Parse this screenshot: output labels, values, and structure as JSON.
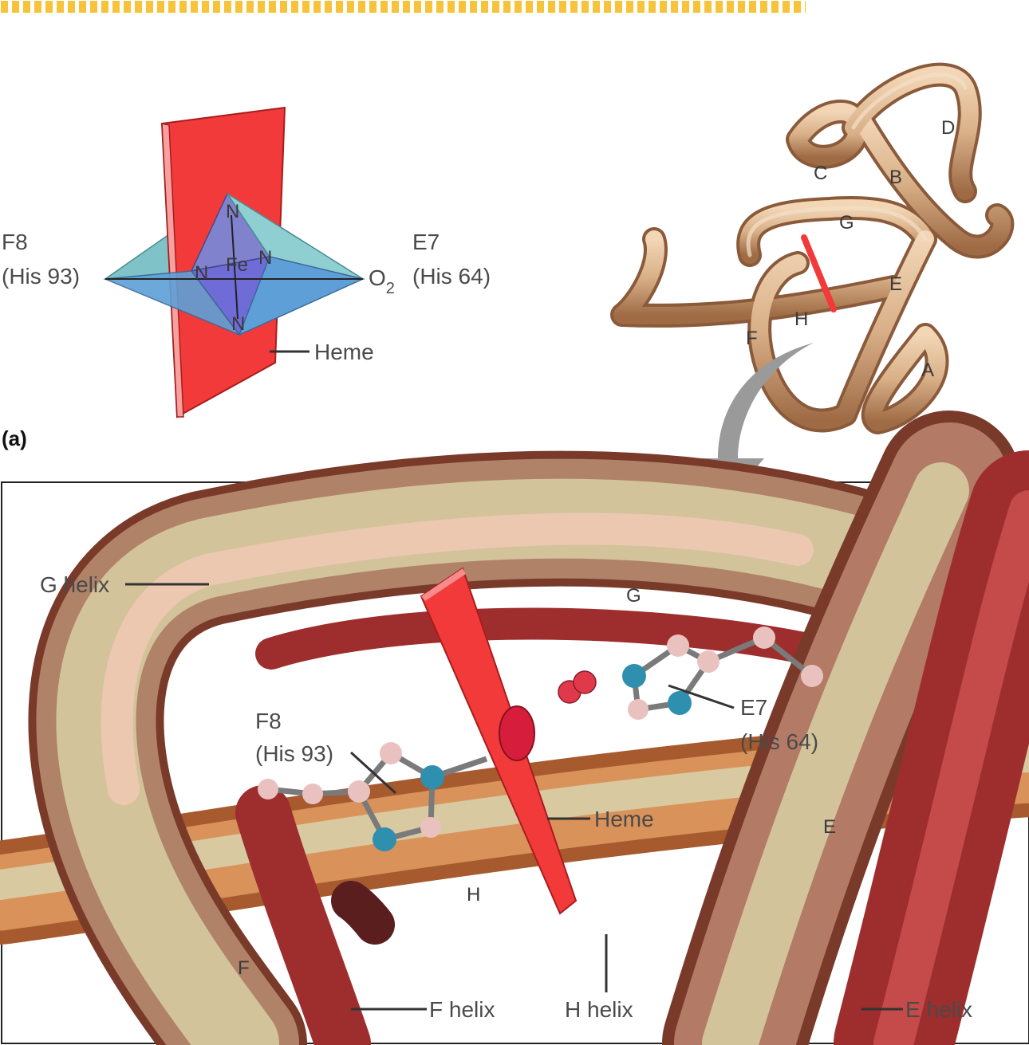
{
  "colors": {
    "banner": "#f7c33a",
    "heme_red": "#f23a3a",
    "tube_tan": "#d9b088",
    "helix_dark": "#9e2e2e",
    "arrow_gray": "#9a9a9a",
    "nitrogen_blue": "#2f8fae",
    "carbon_pink": "#e9c2c0",
    "octahedron_teal": "#7fc3c8"
  },
  "panel_a": {
    "label": "(a)",
    "left_residue": [
      "F8",
      "(His 93)"
    ],
    "right_residue": [
      "E7",
      "(His 64)"
    ],
    "ligand_main": "O",
    "ligand_sub": "2",
    "heme_label": "Heme",
    "atoms": {
      "n_top": "N",
      "n_left": "N",
      "fe": "Fe",
      "n_right": "N",
      "n_bottom": "N"
    }
  },
  "overview": {
    "helix_letters": [
      "A",
      "B",
      "C",
      "D",
      "E",
      "F",
      "G",
      "H"
    ]
  },
  "panel_b": {
    "g_helix_label": "G helix",
    "g_letter": "G",
    "e7_residue": [
      "E7",
      "(His 64)"
    ],
    "f8_residue": [
      "F8",
      "(His 93)"
    ],
    "heme_label": "Heme",
    "e_letter": "E",
    "h_letter": "H",
    "f_letter": "F",
    "bottom_labels": [
      "F helix",
      "H helix",
      "E helix"
    ]
  }
}
